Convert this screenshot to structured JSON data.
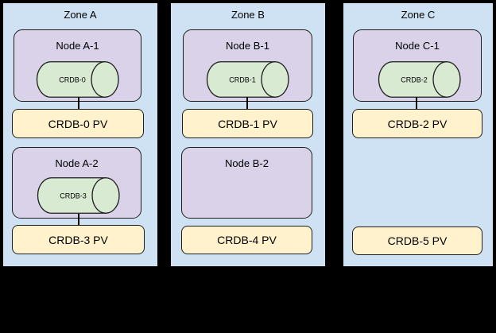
{
  "zones": [
    {
      "label": "Zone A",
      "nodes": [
        {
          "label": "Node A-1",
          "crdb": "CRDB-0"
        },
        {
          "label": "Node A-2",
          "crdb": "CRDB-3"
        }
      ],
      "pvs": [
        "CRDB-0 PV",
        "CRDB-3 PV"
      ]
    },
    {
      "label": "Zone B",
      "nodes": [
        {
          "label": "Node B-1",
          "crdb": "CRDB-1"
        },
        {
          "label": "Node B-2",
          "crdb": null
        }
      ],
      "pvs": [
        "CRDB-1 PV",
        "CRDB-4 PV"
      ]
    },
    {
      "label": "Zone C",
      "nodes": [
        {
          "label": "Node C-1",
          "crdb": "CRDB-2"
        }
      ],
      "pvs": [
        "CRDB-2 PV",
        "CRDB-5 PV"
      ]
    }
  ],
  "colors": {
    "background": "#000000",
    "zone_fill": "#cfe2f3",
    "node_fill": "#d9d2e9",
    "crdb_fill": "#d9ead3",
    "pv_fill": "#fff2cc",
    "border": "#000000",
    "shape_border": "#1d1d1d"
  }
}
